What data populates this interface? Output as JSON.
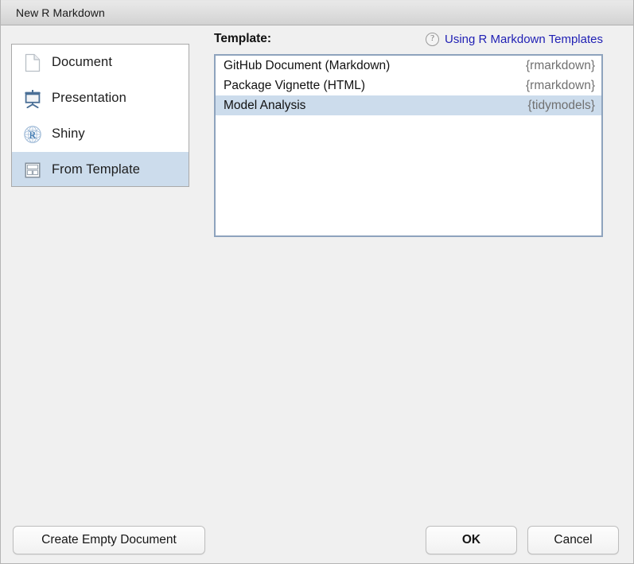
{
  "window": {
    "title": "New R Markdown"
  },
  "sidebar": {
    "items": [
      {
        "label": "Document",
        "icon": "page-icon",
        "selected": false
      },
      {
        "label": "Presentation",
        "icon": "presentation-icon",
        "selected": false
      },
      {
        "label": "Shiny",
        "icon": "r-logo-icon",
        "selected": false
      },
      {
        "label": "From Template",
        "icon": "template-grid-icon",
        "selected": true
      }
    ]
  },
  "template_pane": {
    "label": "Template:",
    "help": {
      "icon": "question-mark-icon",
      "link_text": "Using R Markdown Templates",
      "link_color": "#1f1fb4"
    },
    "rows": [
      {
        "name": "GitHub Document (Markdown)",
        "package": "{rmarkdown}",
        "selected": false
      },
      {
        "name": "Package Vignette (HTML)",
        "package": "{rmarkdown}",
        "selected": false
      },
      {
        "name": "Model Analysis",
        "package": "{tidymodels}",
        "selected": true
      }
    ]
  },
  "footer": {
    "create_empty_label": "Create Empty Document",
    "ok_label": "OK",
    "cancel_label": "Cancel"
  },
  "colors": {
    "selection": "#ccdcec",
    "listbox_border": "#8ea3bd",
    "package_text": "#707070"
  }
}
